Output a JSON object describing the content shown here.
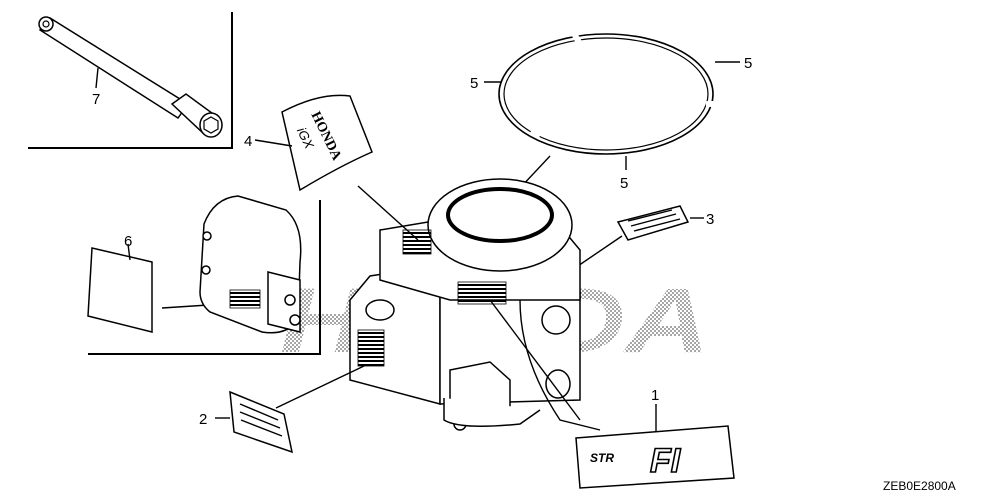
{
  "diagram": {
    "drawing_code": "ZEB0E2800A",
    "watermark": "HONDA",
    "callouts": [
      {
        "id": "1",
        "label": "1"
      },
      {
        "id": "2",
        "label": "2"
      },
      {
        "id": "3",
        "label": "3"
      },
      {
        "id": "4",
        "label": "4"
      },
      {
        "id": "5a",
        "label": "5"
      },
      {
        "id": "5b",
        "label": "5"
      },
      {
        "id": "5c",
        "label": "5"
      },
      {
        "id": "6",
        "label": "6"
      },
      {
        "id": "7",
        "label": "7"
      }
    ],
    "decal_text": {
      "honda_mark": "HONDA",
      "model_mark": "iGX",
      "emblem_big": "FI",
      "emblem_small": "STR"
    }
  }
}
